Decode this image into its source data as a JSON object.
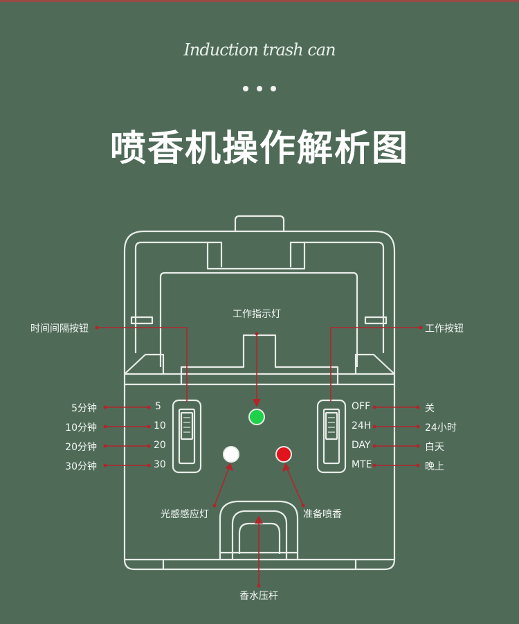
{
  "header": {
    "brand": "Induction trash can",
    "title": "喷香机操作解析图"
  },
  "labels": {
    "interval_button": "时间间隔按钮",
    "work_indicator": "工作指示灯",
    "work_button": "工作按钮",
    "light_sensor": "光感感应灯",
    "ready_spray": "准备喷香",
    "press_lever": "香水压杆"
  },
  "left_switch": {
    "rows": [
      {
        "name": "5分钟",
        "value": "5"
      },
      {
        "name": "10分钟",
        "value": "10"
      },
      {
        "name": "20分钟",
        "value": "20"
      },
      {
        "name": "30分钟",
        "value": "30"
      }
    ]
  },
  "right_switch": {
    "rows": [
      {
        "code": "OFF",
        "name": "关"
      },
      {
        "code": "24H",
        "name": "24小时"
      },
      {
        "code": "DAY",
        "name": "白天"
      },
      {
        "code": "MTE",
        "name": "晚上"
      }
    ]
  },
  "colors": {
    "background": "#4f6b58",
    "line": "#e8ece8",
    "leader": "#b0262a",
    "led_green": "#1fd14a",
    "led_red": "#e0141c",
    "led_white": "#ffffff"
  }
}
